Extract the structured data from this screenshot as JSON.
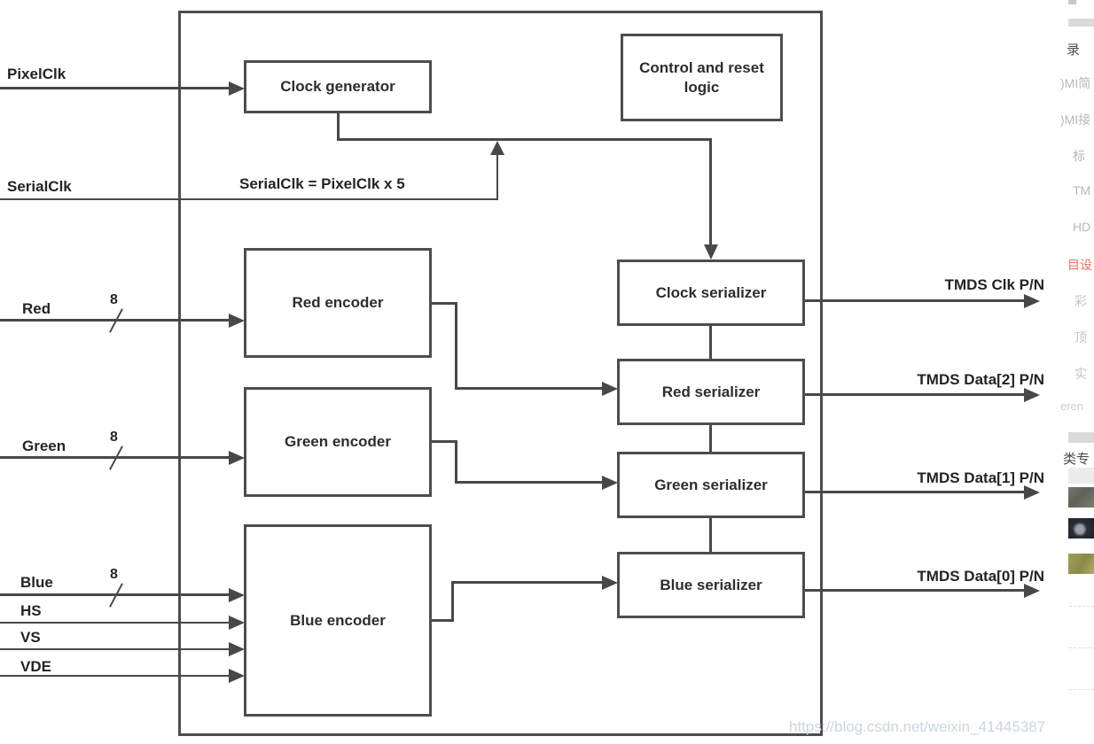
{
  "page": {
    "watermark": "https://blog.csdn.net/weixin_41445387"
  },
  "diagram": {
    "annotation": "SerialClk = PixelClk x 5",
    "blocks": {
      "clock_generator": "Clock generator",
      "control_reset_logic": "Control and reset logic",
      "red_encoder": "Red encoder",
      "green_encoder": "Green encoder",
      "blue_encoder": "Blue encoder",
      "clock_serializer": "Clock serializer",
      "red_serializer": "Red serializer",
      "green_serializer": "Green serializer",
      "blue_serializer": "Blue serializer"
    },
    "inputs": {
      "pixelclk": "PixelClk",
      "serialclk": "SerialClk",
      "red": "Red",
      "green": "Green",
      "blue": "Blue",
      "hs": "HS",
      "vs": "VS",
      "vde": "VDE",
      "bus_width": "8"
    },
    "outputs": {
      "clk": "TMDS Clk P/N",
      "data2": "TMDS Data[2] P/N",
      "data1": "TMDS Data[1] P/N",
      "data0": "TMDS Data[0] P/N"
    }
  },
  "sidebar": {
    "highlight_color": "#f0705f",
    "items": [
      {
        "label": "录"
      },
      {
        "label": ")MI简"
      },
      {
        "label": ")MI接"
      },
      {
        "label": "标"
      },
      {
        "label": "TM"
      },
      {
        "label": "HD"
      },
      {
        "label": "目设"
      },
      {
        "label": "彩"
      },
      {
        "label": "顶"
      },
      {
        "label": "实"
      },
      {
        "label": "eren"
      },
      {
        "label": "类专"
      }
    ]
  }
}
